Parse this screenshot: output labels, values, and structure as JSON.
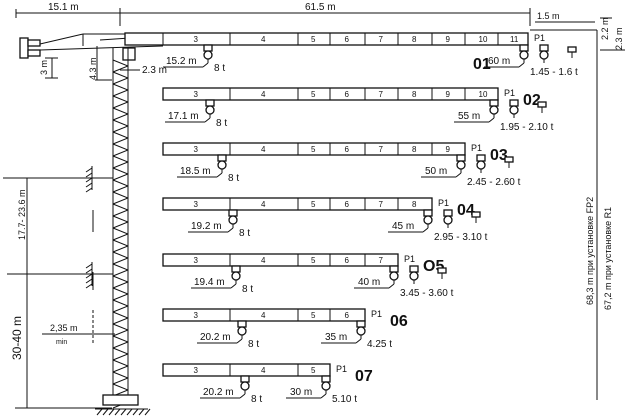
{
  "top_dims": {
    "counter_jib": "15.1 m",
    "jib_length": "61.5 m",
    "tip_offset": "1.5 m",
    "height_a": "2.2 m",
    "height_b": "2.3 m"
  },
  "tower_dims": {
    "counterweight_height": "3 m",
    "head_height": "4.3 m",
    "trolley_offset": "2.3 m"
  },
  "mast_dims": {
    "tie_spacing": "17.7- 23.6 m",
    "first_tie": "30-40 m",
    "clearance": "2,35 m",
    "clearance_note": "min"
  },
  "height_labels": {
    "fp2": "68,3 m при установке FP2",
    "r1": "67,2 m при установке R1"
  },
  "configs": [
    {
      "id": "01",
      "sections": [
        "3",
        "4",
        "5",
        "6",
        "7",
        "8",
        "9",
        "10",
        "11"
      ],
      "tip": "P1",
      "near_radius": "15.2 m",
      "near_load": "8 t",
      "reach": "60 m",
      "tip_load": "1.45 - 1.6 t"
    },
    {
      "id": "02",
      "sections": [
        "3",
        "4",
        "5",
        "6",
        "7",
        "8",
        "9",
        "10"
      ],
      "tip": "P1",
      "near_radius": "17.1 m",
      "near_load": "8 t",
      "reach": "55 m",
      "tip_load": "1.95 - 2.10 t"
    },
    {
      "id": "03",
      "sections": [
        "3",
        "4",
        "5",
        "6",
        "7",
        "8",
        "9"
      ],
      "tip": "P1",
      "near_radius": "18.5 m",
      "near_load": "8 t",
      "reach": "50 m",
      "tip_load": "2.45 - 2.60 t"
    },
    {
      "id": "04",
      "sections": [
        "3",
        "4",
        "5",
        "6",
        "7",
        "8"
      ],
      "tip": "P1",
      "near_radius": "19.2 m",
      "near_load": "8 t",
      "reach": "45 m",
      "tip_load": "2.95 - 3.10 t"
    },
    {
      "id": "O5",
      "sections": [
        "3",
        "4",
        "5",
        "6",
        "7"
      ],
      "tip": "P1",
      "near_radius": "19.4 m",
      "near_load": "8 t",
      "reach": "40 m",
      "tip_load": "3.45 - 3.60 t"
    },
    {
      "id": "06",
      "sections": [
        "3",
        "4",
        "5",
        "6"
      ],
      "tip": "P1",
      "near_radius": "20.2 m",
      "near_load": "8 t",
      "reach": "35 m",
      "tip_load": "4.25 t"
    },
    {
      "id": "07",
      "sections": [
        "3",
        "4",
        "5"
      ],
      "tip": "P1",
      "near_radius": "20.2 m",
      "near_load": "8 t",
      "reach": "30 m",
      "tip_load": "5.10 t"
    }
  ]
}
